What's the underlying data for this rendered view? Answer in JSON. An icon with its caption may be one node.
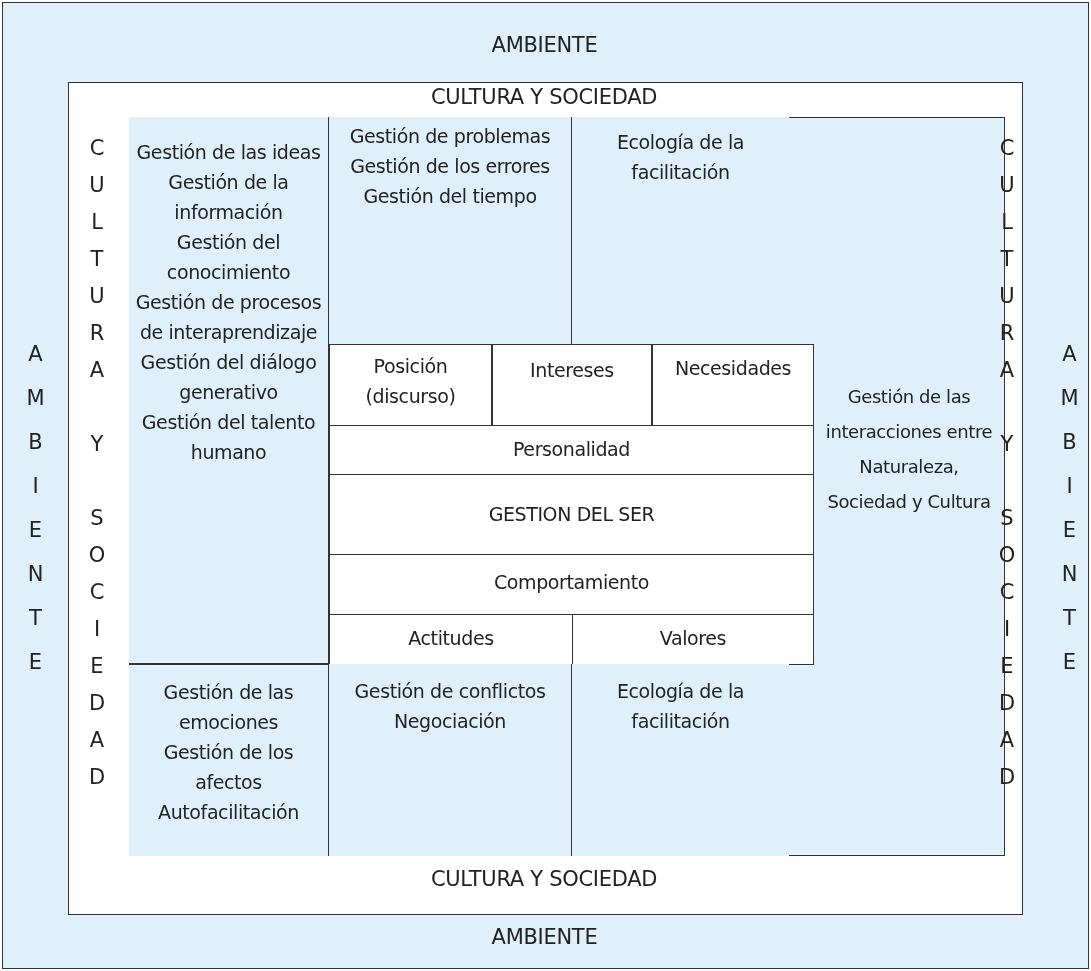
{
  "diagram": {
    "nodes": [
      {
        "text": [
          "AMBIENTE",
          "AMBIENTE",
          "AMBIENTE",
          "AMBIENTE"
        ]
      },
      {
        "text": [
          "CULTURA Y SOCIEDAD",
          "CULTURA Y SOCIEDAD",
          "CULTURA Y SOCIEDAD",
          "CULTURA Y SOCIEDAD"
        ],
        "in": 0
      },
      {
        "text": [
          "Gestión de las ideas",
          "Gestión de la información",
          "Gestión del conocimiento",
          "Gestión de procesos de interaprendizaje",
          "Gestión del diálogo generativo",
          "Gestión del talento humano"
        ],
        "in": 1
      },
      {
        "text": [
          "Gestión de problemas",
          "Gestión de los errores",
          "Gestión del tiempo"
        ],
        "in": 1
      },
      {
        "text": [
          "Ecología de la facilitación"
        ],
        "in": 1
      },
      {
        "text": [
          "Posición (discurso)"
        ],
        "in": 1
      },
      {
        "text": [
          "Intereses"
        ],
        "in": 1
      },
      {
        "text": [
          "Necesidades"
        ],
        "in": 1
      },
      {
        "text": [
          "Gestión de las interacciones entre Naturaleza, Sociedad y Cultura"
        ],
        "in": 1
      },
      {
        "text": [
          "Personalidad"
        ],
        "in": 1
      },
      {
        "text": [
          "GESTION DEL SER"
        ],
        "in": 1
      },
      {
        "text": [
          "Comportamiento"
        ],
        "in": 1
      },
      {
        "text": [
          "Actitudes"
        ],
        "in": 1
      },
      {
        "text": [
          "Valores"
        ],
        "in": 1
      },
      {
        "text": [
          "Gestión de las emociones",
          "Gestión de los afectos",
          "Autofacilitación"
        ],
        "in": 1
      },
      {
        "text": [
          "Gestión de conflictos",
          "Negociación"
        ],
        "in": 1
      },
      {
        "text": [
          "Ecología de la facilitación"
        ],
        "in": 1
      }
    ]
  }
}
